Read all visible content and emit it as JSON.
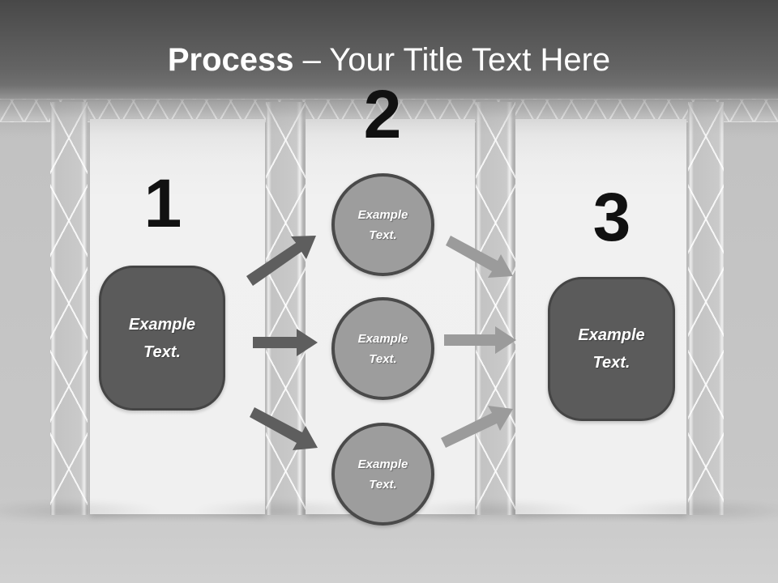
{
  "title": {
    "emphasis": "Process",
    "rest": " – Your Title Text Here"
  },
  "steps": {
    "one": {
      "number": "1",
      "label": "Example Text."
    },
    "two": {
      "number": "2",
      "circles": [
        "Example Text.",
        "Example Text.",
        "Example Text."
      ]
    },
    "three": {
      "number": "3",
      "label": "Example Text."
    }
  },
  "colors": {
    "header_top": "#484848",
    "backdrop": "#c5c5c5",
    "panel": "#f0f0f0",
    "title_color": "#ffffff",
    "number_color": "#111111",
    "box_fill": "#5b5b5b",
    "box_border": "#454545",
    "circle_fill": "#9d9d9d",
    "circle_border": "#4a4a4a",
    "arrow_dark": "#5e5e5e",
    "arrow_light": "#9b9b9b"
  }
}
